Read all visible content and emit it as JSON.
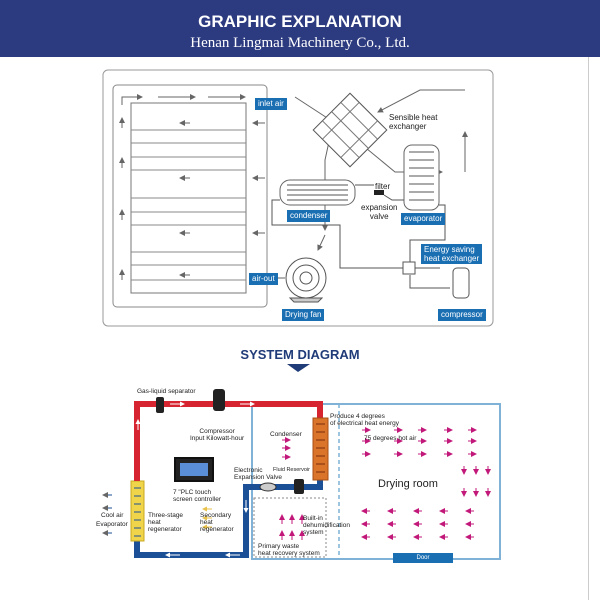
{
  "header": {
    "title": "GRAPHIC EXPLANATION",
    "subtitle": "Henan Lingmai Machinery Co., Ltd."
  },
  "graphic": {
    "inlet_air": "inlet air",
    "sensible_heat_exchanger": "Sensible heat\nexchanger",
    "filter": "filter",
    "expansion_valve": "expansion\nvalve",
    "condenser": "condenser",
    "evaporator": "evaporator",
    "energy_saving": "Energy saving\nheat exchanger",
    "air_out": "air-out",
    "drying_fan": "Drying fan",
    "compressor": "compressor"
  },
  "system": {
    "title": "SYSTEM DIAGRAM",
    "gas_liquid_separator": "Gas-liquid separator",
    "compressor": "Compressor\nInput Kilowatt-hour",
    "condenser": "Condenser",
    "produce": "Produce 4 degrees\nof electrical heat energy",
    "hot_air": "75 degrees hot air",
    "plc": "7 \"PLC touch\nscreen controller",
    "eev": "Electronic\nExpansion Valve",
    "fluid_reservoir": "Fluid Reservoir",
    "drying_room": "Drying room",
    "cool_air": "Cool air",
    "evaporator": "Evaporator",
    "three_stage": "Three-stage\nheat\nregenerator",
    "secondary": "Secondary\nheat\nregenerator",
    "built_in": "Built-in\ndehumidification\nsystem",
    "primary": "Primary waste\nheat recovery system",
    "door": "Door"
  },
  "colors": {
    "header": "#2c3a7f",
    "tag": "#1a6fb3",
    "hot_pipe": "#d62430",
    "cold_pipe": "#1b4f96",
    "arrow": "#c2187a"
  }
}
